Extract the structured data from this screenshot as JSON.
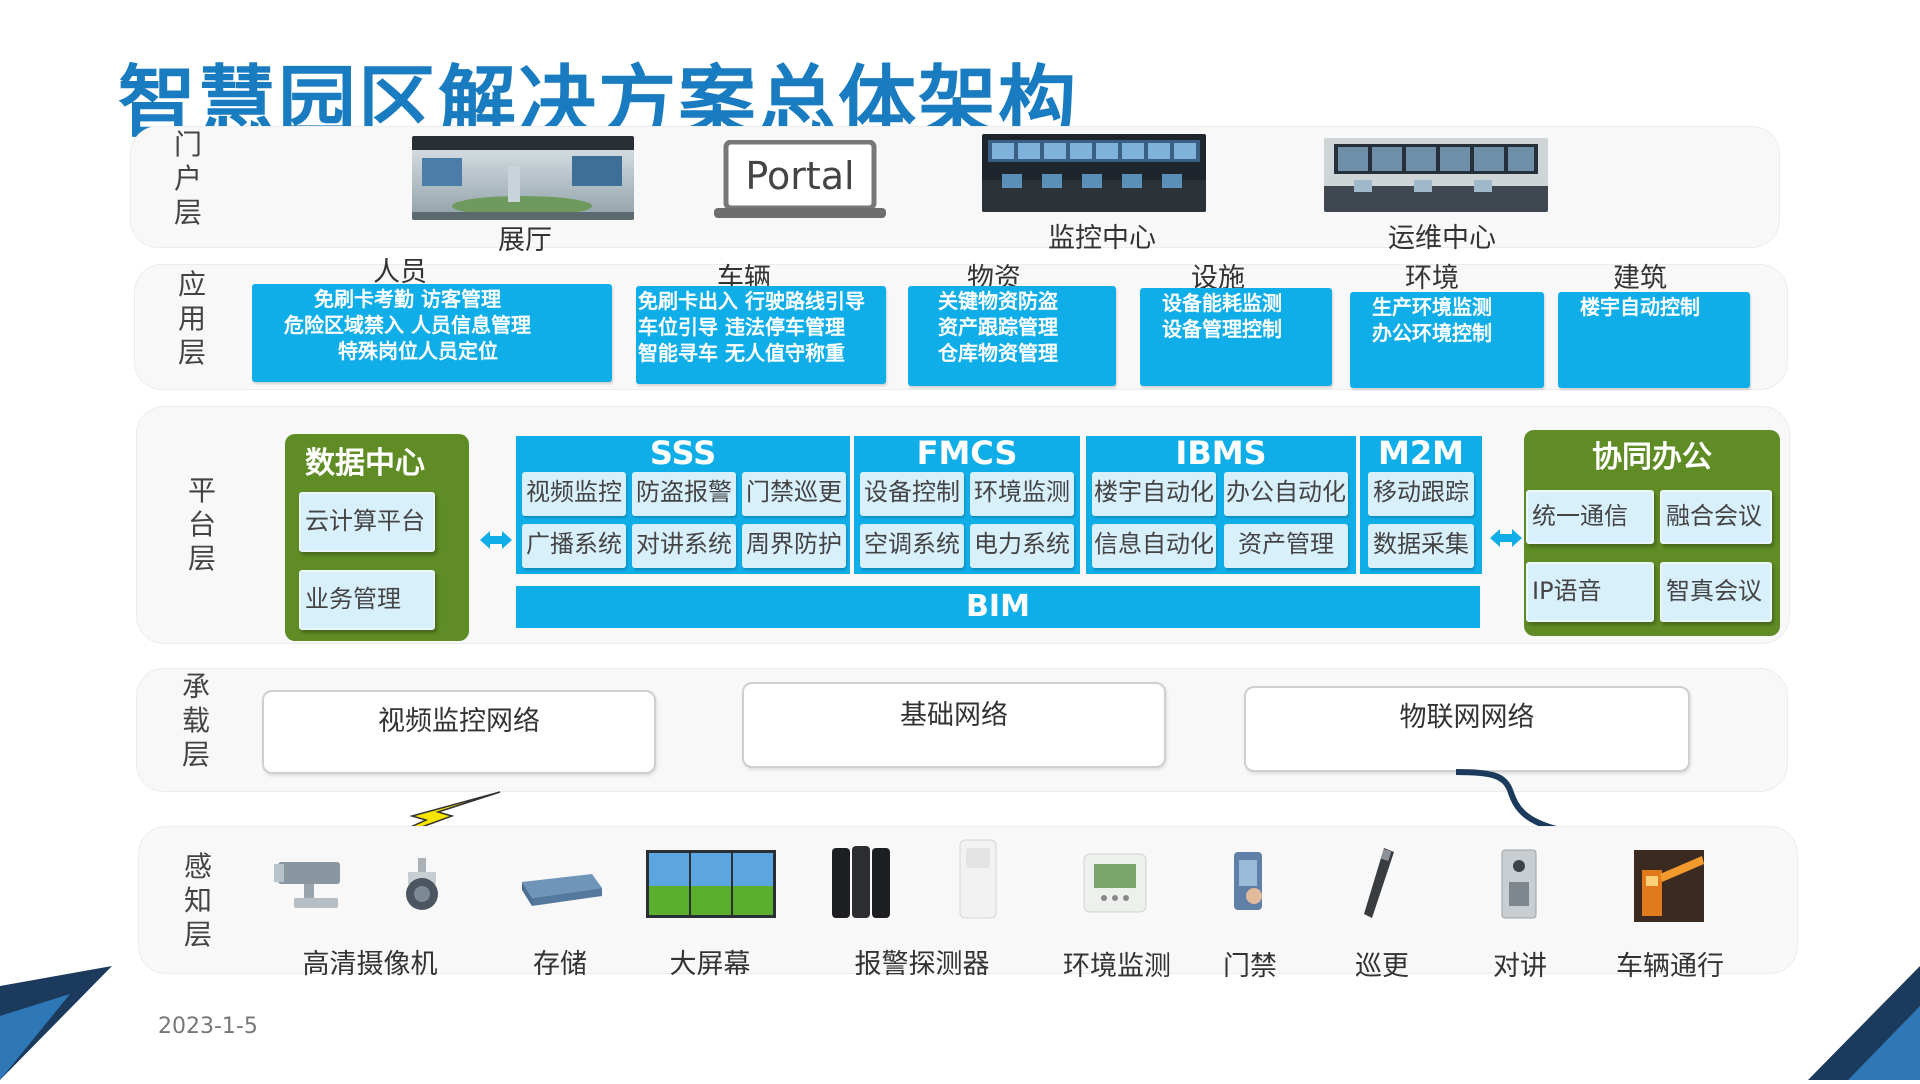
{
  "title": "智慧园区解决方案总体架构",
  "date": "2023-1-5",
  "layers": {
    "portal": [
      "门",
      "户",
      "层"
    ],
    "application": [
      "应",
      "用",
      "层"
    ],
    "platform": [
      "平",
      "台",
      "层"
    ],
    "carrier": [
      "承",
      "载",
      "层"
    ],
    "perception": [
      "感",
      "知",
      "层"
    ]
  },
  "portal": {
    "items": [
      {
        "caption": "展厅",
        "icon": "exhibition-hall-photo"
      },
      {
        "caption": "Portal",
        "icon": "laptop-icon"
      },
      {
        "caption": "监控中心",
        "icon": "monitoring-center-photo"
      },
      {
        "caption": "运维中心",
        "icon": "operations-center-photo"
      }
    ]
  },
  "application": {
    "groups": [
      {
        "head": "人员",
        "lines": [
          "免刷卡考勤   访客管理",
          "危险区域禁入   人员信息管理",
          "特殊岗位人员定位"
        ]
      },
      {
        "head": "车辆",
        "lines": [
          "免刷卡出入  行驶路线引导",
          "车位引导     违法停车管理",
          "智能寻车     无人值守称重"
        ]
      },
      {
        "head": "物资",
        "lines": [
          "关键物资防盗",
          "资产跟踪管理",
          "仓库物资管理"
        ]
      },
      {
        "head": "设施",
        "lines": [
          "设备能耗监测",
          "设备管理控制"
        ]
      },
      {
        "head": "环境",
        "lines": [
          "生产环境监测",
          "办公环境控制"
        ]
      },
      {
        "head": "建筑",
        "lines": [
          "楼宇自动控制"
        ]
      }
    ]
  },
  "platform": {
    "data_center": {
      "title": "数据中心",
      "items": [
        "云计算平台",
        "业务管理"
      ]
    },
    "systems": [
      {
        "name": "SSS",
        "items": [
          "视频监控",
          "防盗报警",
          "门禁巡更",
          "广播系统",
          "对讲系统",
          "周界防护"
        ]
      },
      {
        "name": "FMCS",
        "items": [
          "设备控制",
          "环境监测",
          "空调系统",
          "电力系统"
        ]
      },
      {
        "name": "IBMS",
        "items": [
          "楼宇自动化",
          "办公自动化",
          "信息自动化",
          "资产管理"
        ]
      },
      {
        "name": "M2M",
        "items": [
          "移动跟踪",
          "数据采集"
        ]
      }
    ],
    "bim": "BIM",
    "office": {
      "title": "协同办公",
      "items": [
        "统一通信",
        "融合会议",
        "IP语音",
        "智真会议"
      ]
    }
  },
  "carrier": {
    "networks": [
      "视频监控网络",
      "基础网络",
      "物联网网络"
    ]
  },
  "perception": {
    "devices": [
      {
        "caption": "高清摄像机",
        "icon": "camera-icon"
      },
      {
        "caption": "存储",
        "icon": "storage-icon"
      },
      {
        "caption": "大屏幕",
        "icon": "big-screen-icon"
      },
      {
        "caption": "报警探测器",
        "icon": "alarm-detector-icon"
      },
      {
        "caption": "环境监测",
        "icon": "environment-sensor-icon"
      },
      {
        "caption": "门禁",
        "icon": "access-control-icon"
      },
      {
        "caption": "巡更",
        "icon": "patrol-stick-icon"
      },
      {
        "caption": "对讲",
        "icon": "intercom-icon"
      },
      {
        "caption": "车辆通行",
        "icon": "vehicle-barrier-icon"
      }
    ]
  },
  "colors": {
    "title": "#1a7cc0",
    "app_blue": "#10aee9",
    "green": "#5f8c24",
    "light_cell": "#d8f0fb",
    "corner_dark": "#1b3a5c"
  }
}
